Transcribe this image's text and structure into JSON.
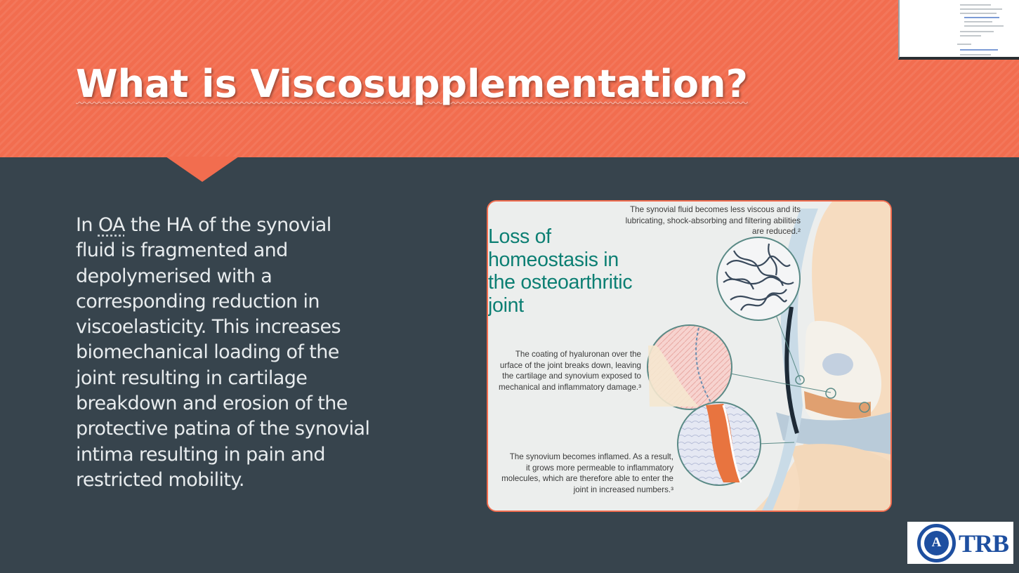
{
  "slide": {
    "title": "What is Viscosupplementation?",
    "body_text": "In OA the HA of the synovial fluid is fragmented and depolymerised with a corresponding reduction in viscoelasticity. This increases biomechanical loading of the joint resulting in cartilage breakdown and erosion of the protective patina of the synovial intima resulting in pain and restricted mobility.",
    "body_lines": [
      "fluid is fragmented and",
      "depolymerised with a",
      "corresponding reduction in",
      "viscoelasticity. This increases",
      "biomechanical loading of the",
      "joint resulting in cartilage",
      "breakdown and erosion of the",
      "protective patina of the synovial",
      "intima resulting in pain and",
      "restricted mobility."
    ],
    "body_first_line": {
      "before": "In ",
      "marked": "OA",
      "after": " the HA of the synovial"
    }
  },
  "figure": {
    "heading_lines": [
      "Loss of",
      "homeostasis in",
      "the osteoarthritic",
      "joint"
    ],
    "caption_1_lines": [
      "The synovial fluid becomes less viscous and its",
      "lubricating, shock-absorbing and filtering abilities",
      "are reduced.²"
    ],
    "caption_2_lines": [
      "The coating of hyaluronan over the",
      "urface of the joint breaks down, leaving",
      "the cartilage and synovium exposed to",
      "mechanical and inflammatory damage.³"
    ],
    "caption_3_lines": [
      "The synovium becomes inflamed. As a result,",
      "it grows more permeable to inflammatory",
      "molecules, which are therefore able to enter the",
      "joint in increased numbers.³"
    ]
  },
  "logo": {
    "text": "TRB",
    "mark_glyph": "A"
  },
  "colors": {
    "header": "#f26d4f",
    "background": "#37444d",
    "title_text": "#ffffff",
    "body_text": "#e8ecee",
    "figure_heading": "#0c7f73",
    "logo_blue": "#1e4fa0"
  },
  "icons": [
    "slide-thumbnail-icon",
    "trb-logo-icon"
  ]
}
